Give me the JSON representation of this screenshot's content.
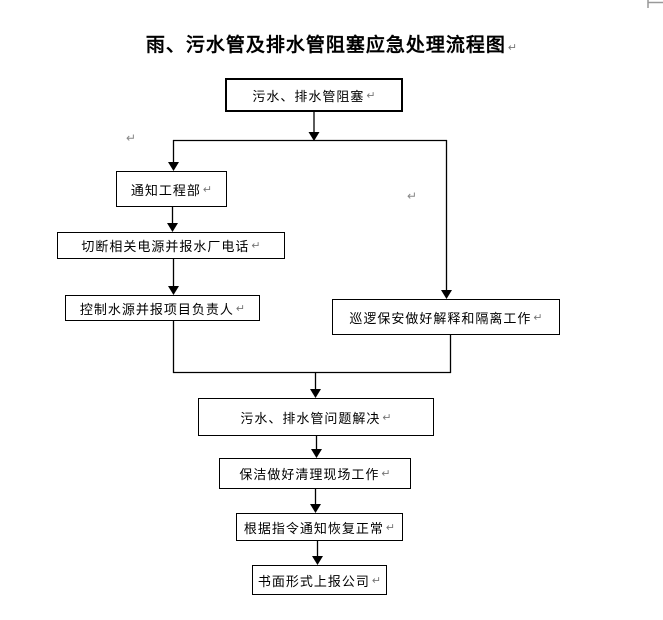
{
  "title": "雨、污水管及排水管阻塞应急处理流程图",
  "pilcrow": "↵",
  "nodes": [
    {
      "id": "blockage-start",
      "label": "污水、排水管阻塞"
    },
    {
      "id": "notify-engineering",
      "label": "通知工程部"
    },
    {
      "id": "cut-power-call-waterworks",
      "label": "切断相关电源并报水厂电话"
    },
    {
      "id": "control-water-report-manager",
      "label": "控制水源并报项目负责人"
    },
    {
      "id": "security-explain-isolate",
      "label": "巡逻保安做好解释和隔离工作"
    },
    {
      "id": "problem-solved",
      "label": "污水、排水管问题解决"
    },
    {
      "id": "cleaning-site",
      "label": "保洁做好清理现场工作"
    },
    {
      "id": "restore-normal",
      "label": "根据指令通知恢复正常"
    },
    {
      "id": "written-report",
      "label": "书面形式上报公司"
    }
  ]
}
